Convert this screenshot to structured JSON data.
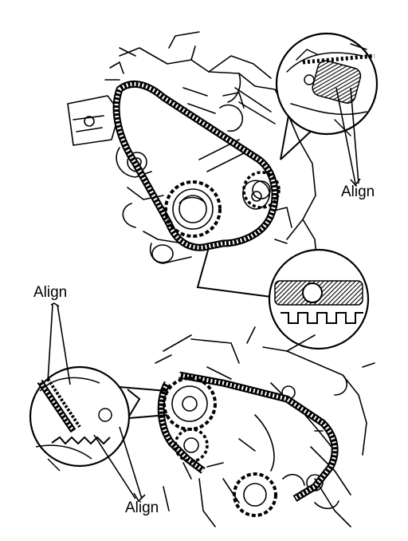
{
  "labels": {
    "top_right": "Align",
    "upper_left": "Align",
    "bottom": "Align"
  },
  "colors": {
    "ink": "#000000",
    "paper": "#ffffff"
  }
}
